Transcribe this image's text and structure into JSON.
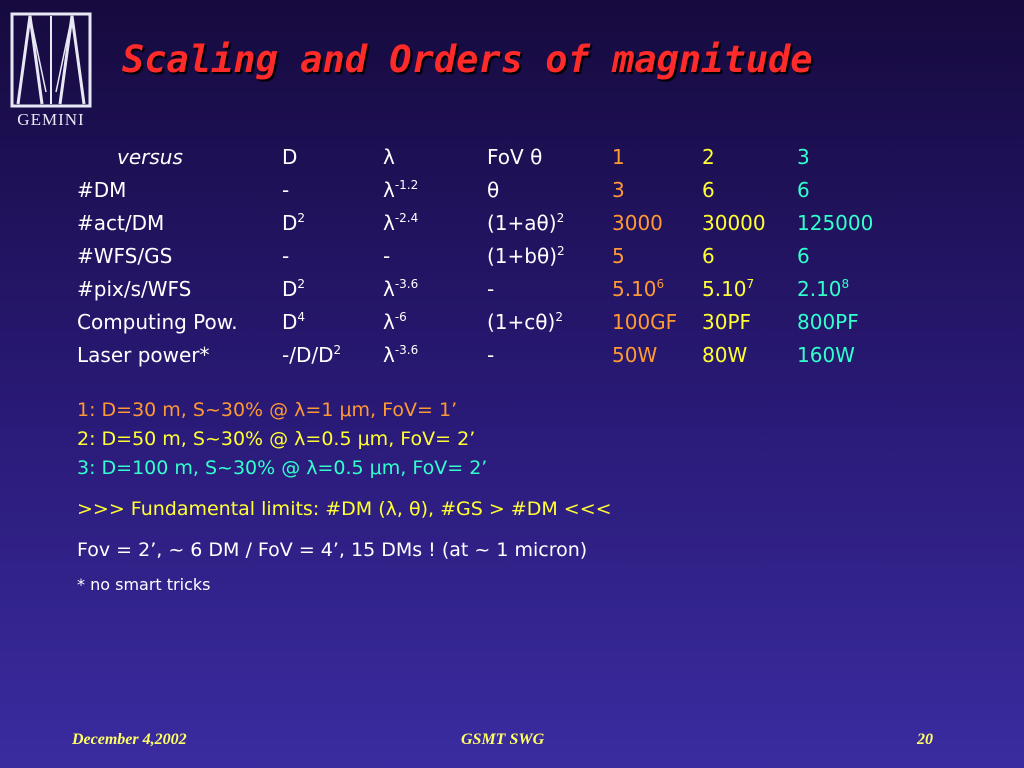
{
  "logo": {
    "text": "GEMINI"
  },
  "title": "Scaling and Orders of magnitude",
  "colors": {
    "title": "#ff2a2a",
    "col1": "#ff9933",
    "col2": "#ffff33",
    "col3": "#33ffcc"
  },
  "table": {
    "rows": [
      {
        "label": "versus",
        "D": "D",
        "D_sup": "",
        "lam": "λ",
        "lam_sup": "",
        "fov": "FoV θ",
        "fov_sup": "",
        "v1": "1",
        "v1_sup": "",
        "v2": "2",
        "v2_sup": "",
        "v3": "3",
        "v3_sup": ""
      },
      {
        "label": "#DM",
        "D": "-",
        "D_sup": "",
        "lam": "λ",
        "lam_sup": "-1.2",
        "fov": "θ",
        "fov_sup": "",
        "v1": "3",
        "v1_sup": "",
        "v2": "6",
        "v2_sup": "",
        "v3": "6",
        "v3_sup": ""
      },
      {
        "label": "#act/DM",
        "D": "D",
        "D_sup": "2",
        "lam": "λ",
        "lam_sup": "-2.4",
        "fov": "(1+aθ)",
        "fov_sup": "2",
        "v1": "3000",
        "v1_sup": "",
        "v2": "30000",
        "v2_sup": "",
        "v3": "125000",
        "v3_sup": ""
      },
      {
        "label": "#WFS/GS",
        "D": "-",
        "D_sup": "",
        "lam": "-",
        "lam_sup": "",
        "fov": "(1+bθ)",
        "fov_sup": "2",
        "v1": "5",
        "v1_sup": "",
        "v2": "6",
        "v2_sup": "",
        "v3": "6",
        "v3_sup": ""
      },
      {
        "label": "#pix/s/WFS",
        "D": "D",
        "D_sup": "2",
        "lam": "λ",
        "lam_sup": "-3.6",
        "fov": "-",
        "fov_sup": "",
        "v1": "5.10",
        "v1_sup": "6",
        "v2": "5.10",
        "v2_sup": "7",
        "v3": "2.10",
        "v3_sup": "8"
      },
      {
        "label": "Computing Pow.",
        "D": "D",
        "D_sup": "4",
        "lam": "λ",
        "lam_sup": "-6",
        "fov": "(1+cθ)",
        "fov_sup": "2",
        "v1": "100GF",
        "v1_sup": "",
        "v2": "30PF",
        "v2_sup": "",
        "v3": "800PF",
        "v3_sup": ""
      },
      {
        "label": "Laser power*",
        "D": "-/D/D",
        "D_sup": "2",
        "lam": "λ",
        "lam_sup": "-3.6",
        "fov": "-",
        "fov_sup": "",
        "v1": "50W",
        "v1_sup": "",
        "v2": "80W",
        "v2_sup": "",
        "v3": "160W",
        "v3_sup": ""
      }
    ]
  },
  "notes": [
    "1: D=30 m,  S~30% @ λ=1 μm, FoV= 1’",
    "2: D=50 m,  S~30% @ λ=0.5 μm, FoV= 2’",
    "3: D=100 m, S~30% @ λ=0.5 μm, FoV= 2’"
  ],
  "limits": ">>> Fundamental limits: #DM (λ, θ), #GS > #DM <<<",
  "fov_line": "Fov = 2’, ~ 6 DM  / FoV = 4’, 15 DMs ! (at ~ 1 micron)",
  "footnote": "* no smart tricks",
  "footer": {
    "date": "December 4,2002",
    "center": "GSMT SWG",
    "page": "20"
  }
}
